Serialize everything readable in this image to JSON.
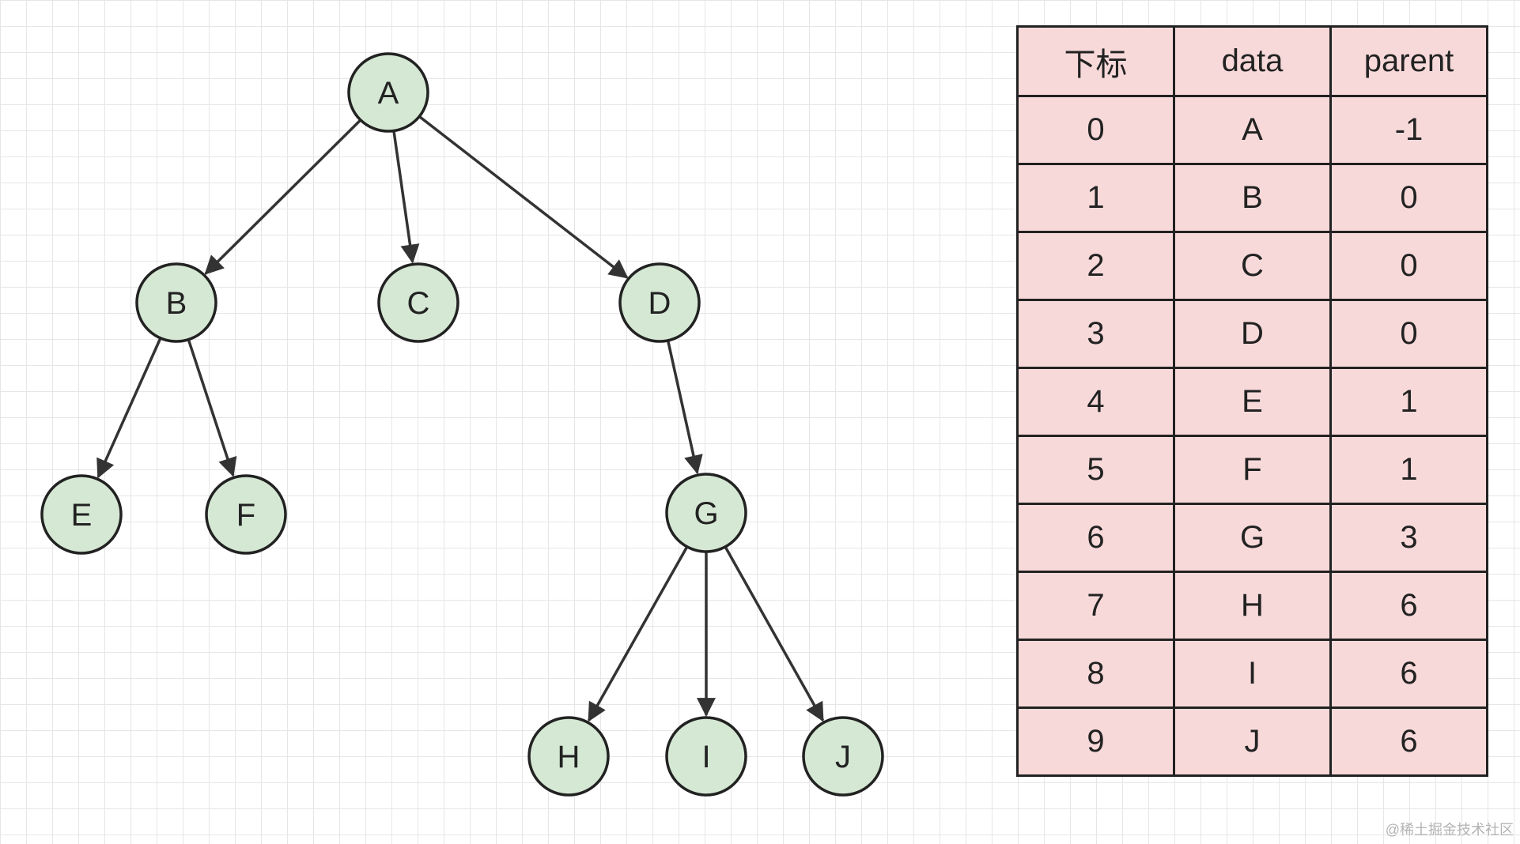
{
  "tree": {
    "nodes": [
      {
        "id": "A",
        "label": "A"
      },
      {
        "id": "B",
        "label": "B"
      },
      {
        "id": "C",
        "label": "C"
      },
      {
        "id": "D",
        "label": "D"
      },
      {
        "id": "E",
        "label": "E"
      },
      {
        "id": "F",
        "label": "F"
      },
      {
        "id": "G",
        "label": "G"
      },
      {
        "id": "H",
        "label": "H"
      },
      {
        "id": "I",
        "label": "I"
      },
      {
        "id": "J",
        "label": "J"
      }
    ],
    "edges": [
      {
        "from": "A",
        "to": "B"
      },
      {
        "from": "A",
        "to": "C"
      },
      {
        "from": "A",
        "to": "D"
      },
      {
        "from": "B",
        "to": "E"
      },
      {
        "from": "B",
        "to": "F"
      },
      {
        "from": "D",
        "to": "G"
      },
      {
        "from": "G",
        "to": "H"
      },
      {
        "from": "G",
        "to": "I"
      },
      {
        "from": "G",
        "to": "J"
      }
    ],
    "colors": {
      "node_fill": "#d5e8d4",
      "node_stroke": "#222222",
      "edge": "#333333"
    }
  },
  "table": {
    "headers": [
      "下标",
      "data",
      "parent"
    ],
    "rows": [
      [
        "0",
        "A",
        "-1"
      ],
      [
        "1",
        "B",
        "0"
      ],
      [
        "2",
        "C",
        "0"
      ],
      [
        "3",
        "D",
        "0"
      ],
      [
        "4",
        "E",
        "1"
      ],
      [
        "5",
        "F",
        "1"
      ],
      [
        "6",
        "G",
        "3"
      ],
      [
        "7",
        "H",
        "6"
      ],
      [
        "8",
        "I",
        "6"
      ],
      [
        "9",
        "J",
        "6"
      ]
    ],
    "colors": {
      "cell_fill": "#f8d9d9",
      "border": "#222222"
    }
  },
  "watermark": "@稀土掘金技术社区"
}
